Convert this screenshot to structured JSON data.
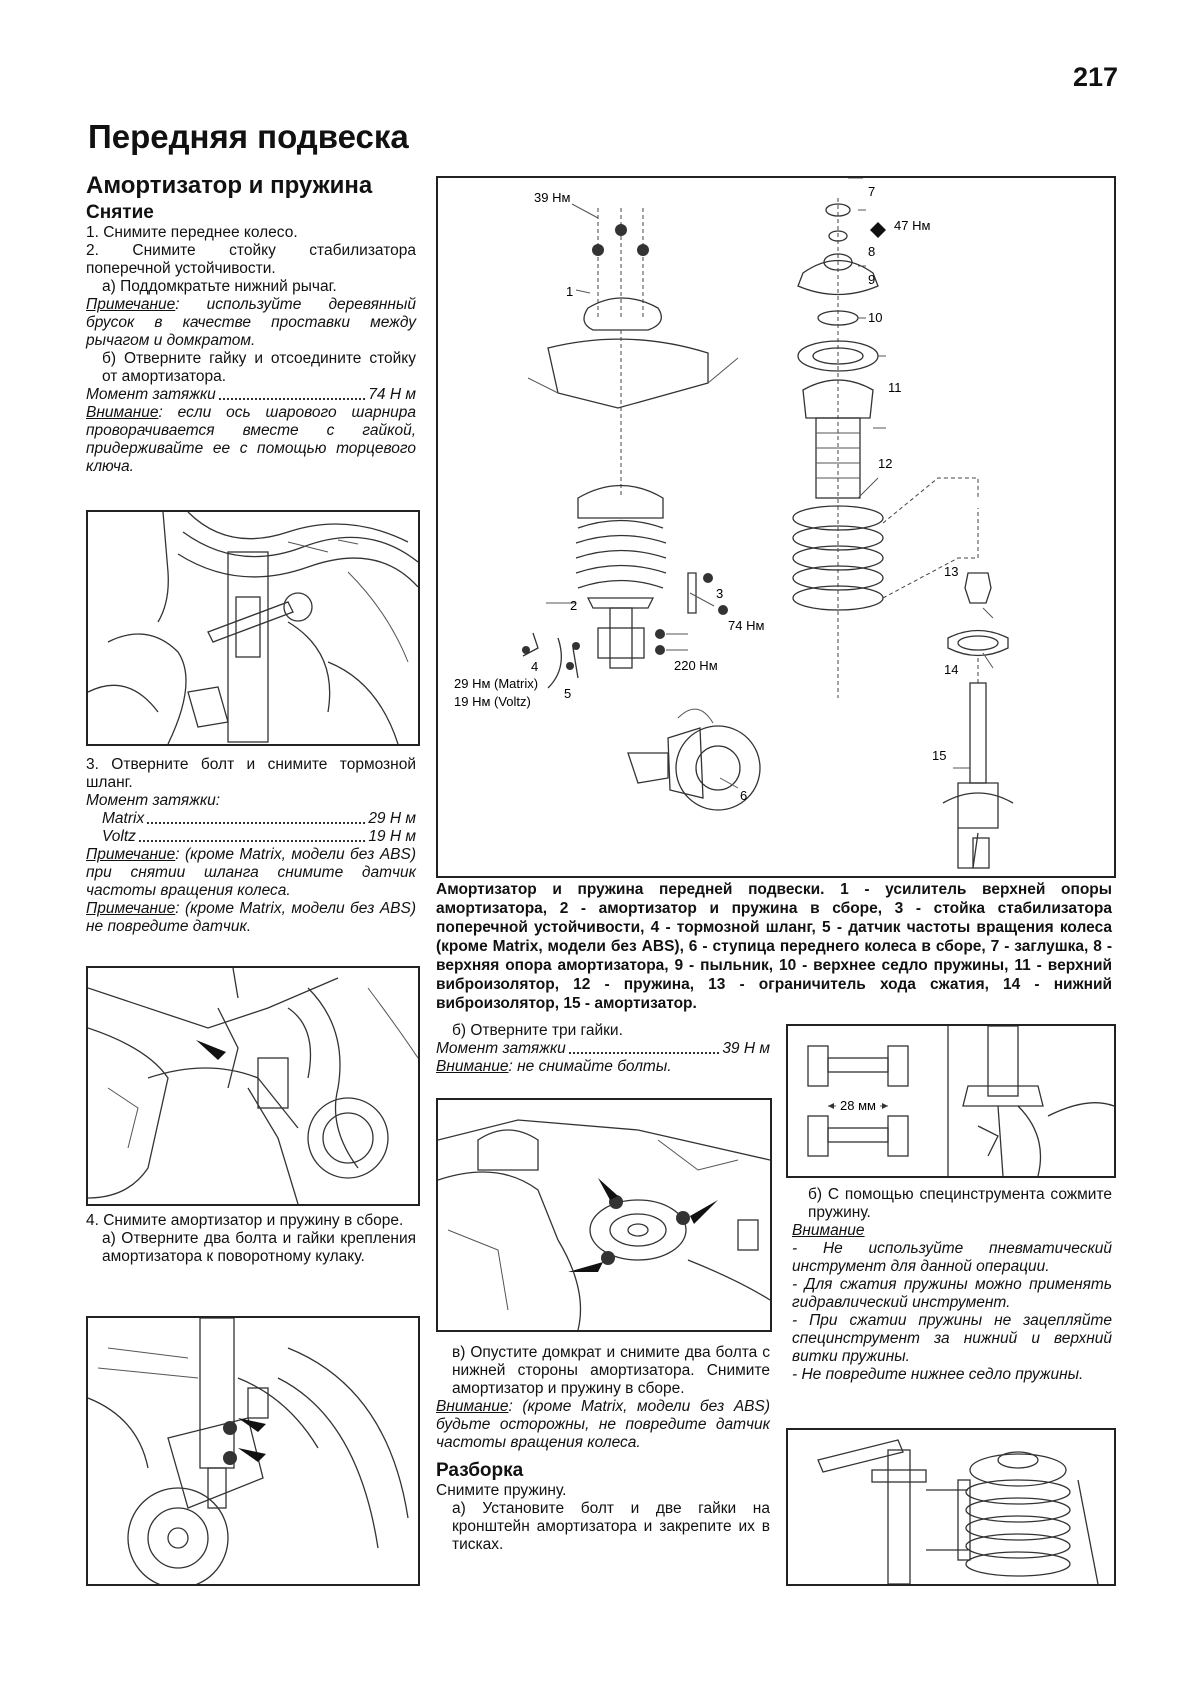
{
  "page_number": "217",
  "page_title": "Передняя подвеска",
  "section": {
    "title": "Амортизатор и пружина",
    "removal_title": "Снятие",
    "step1": "1. Снимите переднее колесо.",
    "step2": "2. Снимите стойку стабилизатора поперечной устойчивости.",
    "step2a": "а) Поддомкратьте нижний рычаг.",
    "note1_label": "Примечание",
    "note1_text": ": используйте деревянный брусок в качестве проставки между рычагом и домкратом.",
    "step2b": "б) Отверните гайку и отсоедините стойку от амортизатора.",
    "torque1_label": "Момент затяжки",
    "torque1_value": "74 Н м",
    "warn1_label": "Внимание",
    "warn1_text": ": если ось шарового шарнира проворачивается вместе с гайкой, придерживайте ее с помощью торцевого ключа.",
    "step3": "3. Отверните болт и снимите тормозной шланг.",
    "torque2_label": "Момент затяжки:",
    "torque2_matrix_label": "Matrix",
    "torque2_matrix_value": "29 Н м",
    "torque2_voltz_label": "Voltz",
    "torque2_voltz_value": "19 Н м",
    "note2_label": "Примечание",
    "note2_text": ": (кроме Matrix, модели без ABS) при снятии шланга снимите датчик частоты вращения колеса.",
    "note3_label": "Примечание",
    "note3_text": ": (кроме Matrix, модели без ABS) не повредите датчик.",
    "step4": "4. Снимите амортизатор и пружину в сборе.",
    "step4a": "а) Отверните два болта и гайки крепления амортизатора к поворотному кулаку.",
    "step4b": "б) Отверните три гайки.",
    "torque3_label": "Момент затяжки",
    "torque3_value": "39 Н м",
    "warn2_label": "Внимание",
    "warn2_text": ": не снимайте болты.",
    "step4c": "в) Опустите домкрат и снимите два болта с нижней стороны амортизатора. Снимите амортизатор и пружину в сборе.",
    "warn3_label": "Внимание",
    "warn3_text": ": (кроме Matrix, модели без ABS) будьте осторожны, не повредите датчик частоты вращения колеса.",
    "disassembly_title": "Разборка",
    "dis_intro": "Снимите пружину.",
    "dis_a": "а) Установите болт и две гайки на кронштейн амортизатора и закрепите их в тисках.",
    "dis_b": "б) С помощью специнструмента сожмите пружину.",
    "warn4_label": "Внимание",
    "warn4_items": [
      "- Не используйте пневматический инструмент для данной операции.",
      "- Для сжатия пружины можно применять гидравлический инструмент.",
      "- При сжатии пружины не зацепляйте специнструмент за нижний и верхний витки пружины.",
      "- Не повредите нижнее седло пружины."
    ]
  },
  "diagram": {
    "caption": "Амортизатор и пружина передней подвески. 1 - усилитель верхней опоры амортизатора, 2 - амортизатор и пружина в сборе, 3 - стойка стабилизатора поперечной устойчивости, 4 - тормозной шланг, 5 - датчик частоты вращения колеса (кроме Matrix, модели без ABS), 6 - ступица переднего колеса в сборе, 7 - заглушка, 8 - верхняя опора амортизатора, 9 - пыльник, 10 - верхнее седло пружины, 11 - верхний виброизолятор, 12 - пружина, 13 - ограничитель хода сжатия, 14 - нижний виброизолятор, 15 - амортизатор.",
    "labels": {
      "t39": "39 Нм",
      "t47": "47 Нм",
      "t74": "74 Нм",
      "t220": "220 Нм",
      "t29m": "29 Нм (Matrix)",
      "t19v": "19 Нм (Voltz)",
      "n1": "1",
      "n2": "2",
      "n3": "3",
      "n4": "4",
      "n5": "5",
      "n6": "6",
      "n7": "7",
      "n8": "8",
      "n9": "9",
      "n10": "10",
      "n11": "11",
      "n12": "12",
      "n13": "13",
      "n14": "14",
      "n15": "15"
    },
    "mm_label": "28 мм"
  }
}
